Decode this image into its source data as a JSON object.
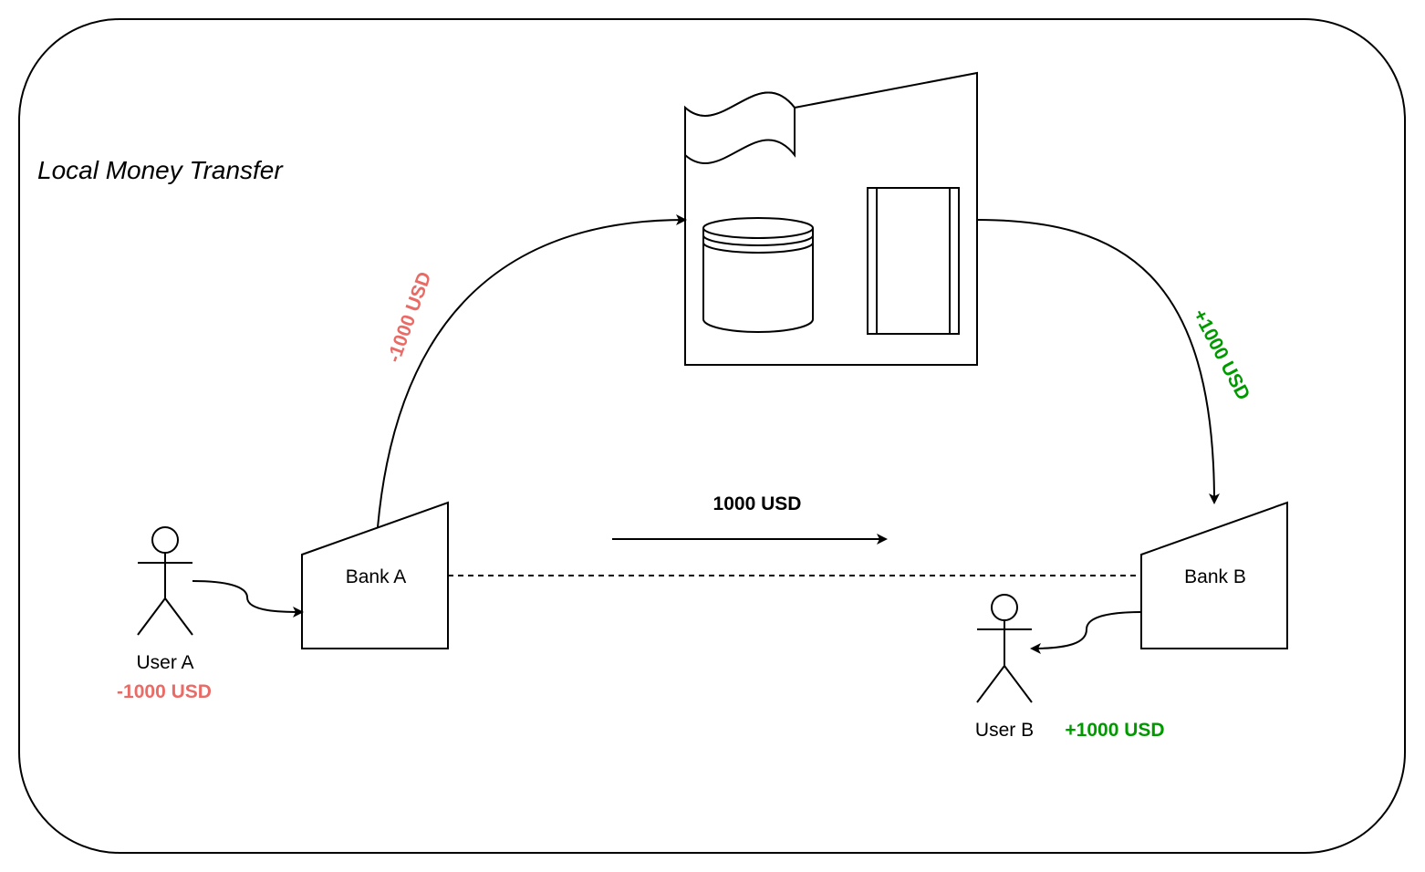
{
  "diagram": {
    "title": "Local Money Transfer",
    "nodes": {
      "user_a": {
        "label": "User A",
        "amount": "-1000 USD"
      },
      "user_b": {
        "label": "User B",
        "amount": "+1000 USD"
      },
      "bank_a": {
        "label": "Bank A"
      },
      "bank_b": {
        "label": "Bank B"
      },
      "central_system": {
        "label": ""
      }
    },
    "edges": {
      "bank_a_to_central": {
        "label": "-1000 USD"
      },
      "central_to_bank_b": {
        "label": "+1000 USD"
      },
      "bank_a_to_bank_b": {
        "label": "1000 USD"
      }
    },
    "colors": {
      "debit": "#EA6B66",
      "credit": "#009900",
      "line": "#000000"
    }
  }
}
